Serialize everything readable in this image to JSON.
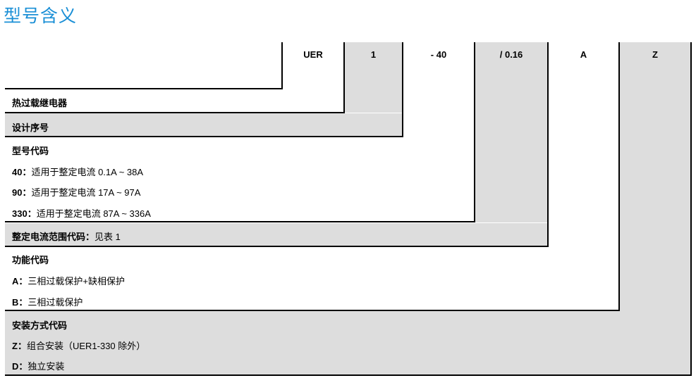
{
  "page_title": "型号含义",
  "codes": [
    "UER",
    "1",
    "- 40",
    "/ 0.16",
    "A",
    "Z"
  ],
  "sections": {
    "product": {
      "heading": "热过载继电器"
    },
    "design": {
      "heading": "设计序号"
    },
    "model": {
      "heading": "型号代码",
      "items": [
        {
          "key": "40：",
          "text": "适用于整定电流 0.1A ~ 38A"
        },
        {
          "key": "90：",
          "text": "适用于整定电流 17A ~ 97A"
        },
        {
          "key": "330：",
          "text": "适用于整定电流 87A ~ 336A"
        }
      ]
    },
    "current": {
      "heading": "整定电流范围代码：",
      "text": "见表 1"
    },
    "function": {
      "heading": "功能代码",
      "items": [
        {
          "key": "A：",
          "text": "三相过载保护+缺相保护"
        },
        {
          "key": "B：",
          "text": "三相过载保护"
        }
      ]
    },
    "mount": {
      "heading": "安装方式代码",
      "items": [
        {
          "key": "Z：",
          "text": "组合安装（UER1-330 除外）"
        },
        {
          "key": "D：",
          "text": "独立安装"
        }
      ]
    }
  }
}
